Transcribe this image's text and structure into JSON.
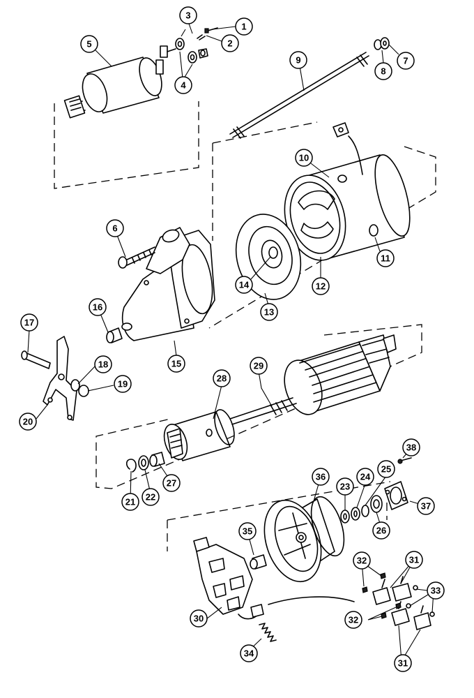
{
  "callouts": [
    {
      "id": "1",
      "label": "1"
    },
    {
      "id": "2",
      "label": "2"
    },
    {
      "id": "3",
      "label": "3"
    },
    {
      "id": "4",
      "label": "4"
    },
    {
      "id": "5",
      "label": "5"
    },
    {
      "id": "6",
      "label": "6"
    },
    {
      "id": "7",
      "label": "7"
    },
    {
      "id": "8",
      "label": "8"
    },
    {
      "id": "9",
      "label": "9"
    },
    {
      "id": "10",
      "label": "10"
    },
    {
      "id": "11",
      "label": "11"
    },
    {
      "id": "12",
      "label": "12"
    },
    {
      "id": "13",
      "label": "13"
    },
    {
      "id": "14",
      "label": "14"
    },
    {
      "id": "15",
      "label": "15"
    },
    {
      "id": "16",
      "label": "16"
    },
    {
      "id": "17",
      "label": "17"
    },
    {
      "id": "18",
      "label": "18"
    },
    {
      "id": "19",
      "label": "19"
    },
    {
      "id": "20",
      "label": "20"
    },
    {
      "id": "21",
      "label": "21"
    },
    {
      "id": "22",
      "label": "22"
    },
    {
      "id": "23",
      "label": "23"
    },
    {
      "id": "24",
      "label": "24"
    },
    {
      "id": "25",
      "label": "25"
    },
    {
      "id": "26",
      "label": "26"
    },
    {
      "id": "27",
      "label": "27"
    },
    {
      "id": "28",
      "label": "28"
    },
    {
      "id": "29",
      "label": "29"
    },
    {
      "id": "30",
      "label": "30"
    },
    {
      "id": "31a",
      "label": "31"
    },
    {
      "id": "31b",
      "label": "31"
    },
    {
      "id": "32a",
      "label": "32"
    },
    {
      "id": "32b",
      "label": "32"
    },
    {
      "id": "33",
      "label": "33"
    },
    {
      "id": "34",
      "label": "34"
    },
    {
      "id": "35",
      "label": "35"
    },
    {
      "id": "36",
      "label": "36"
    },
    {
      "id": "37",
      "label": "37"
    },
    {
      "id": "38",
      "label": "38"
    }
  ],
  "colors": {
    "line": "#000000",
    "background": "#ffffff"
  }
}
